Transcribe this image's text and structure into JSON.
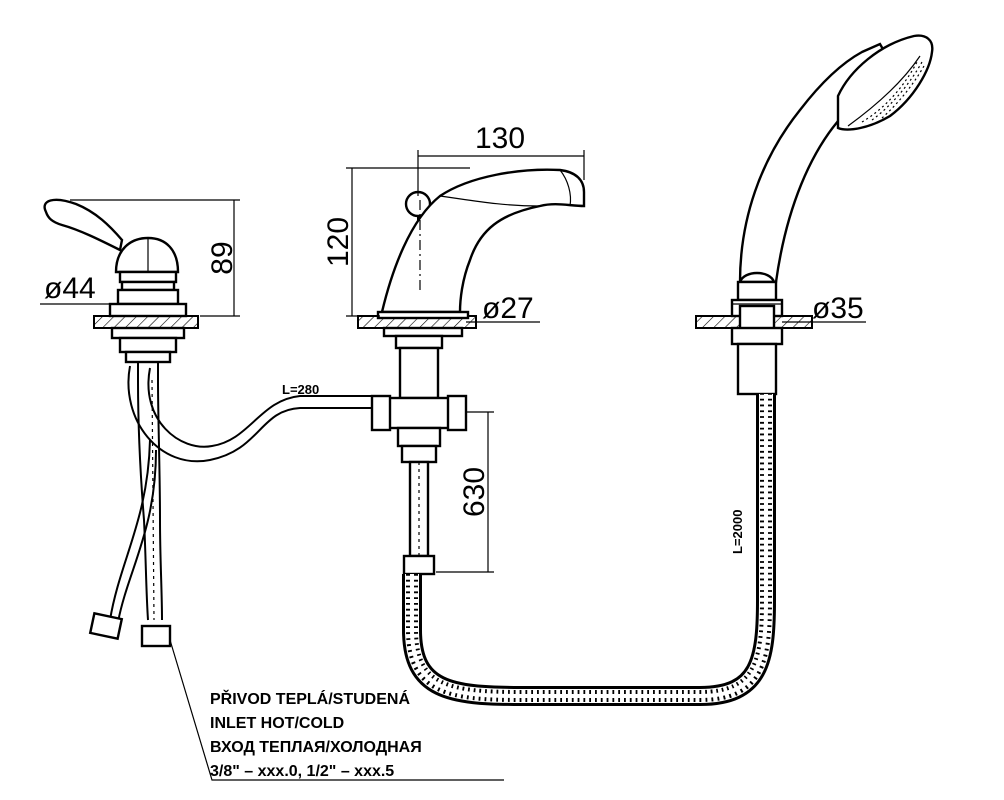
{
  "dimensions": {
    "spout_width": "130",
    "spout_height": "120",
    "handle_height": "89",
    "handle_diameter": "ø44",
    "spout_diameter": "ø27",
    "shower_diameter": "ø35",
    "inlet_drop": "630"
  },
  "hose_labels": {
    "connector_length": "L=280",
    "shower_hose_length": "L=2000"
  },
  "note": {
    "line1": "PŘIVOD TEPLÁ/STUDENÁ",
    "line2": "INLET HOT/COLD",
    "line3": "ВХОД ТЕПЛАЯ/ХОЛОДНАЯ",
    "line4": "3/8\" – xxx.0, 1/2\" – xxx.5"
  }
}
